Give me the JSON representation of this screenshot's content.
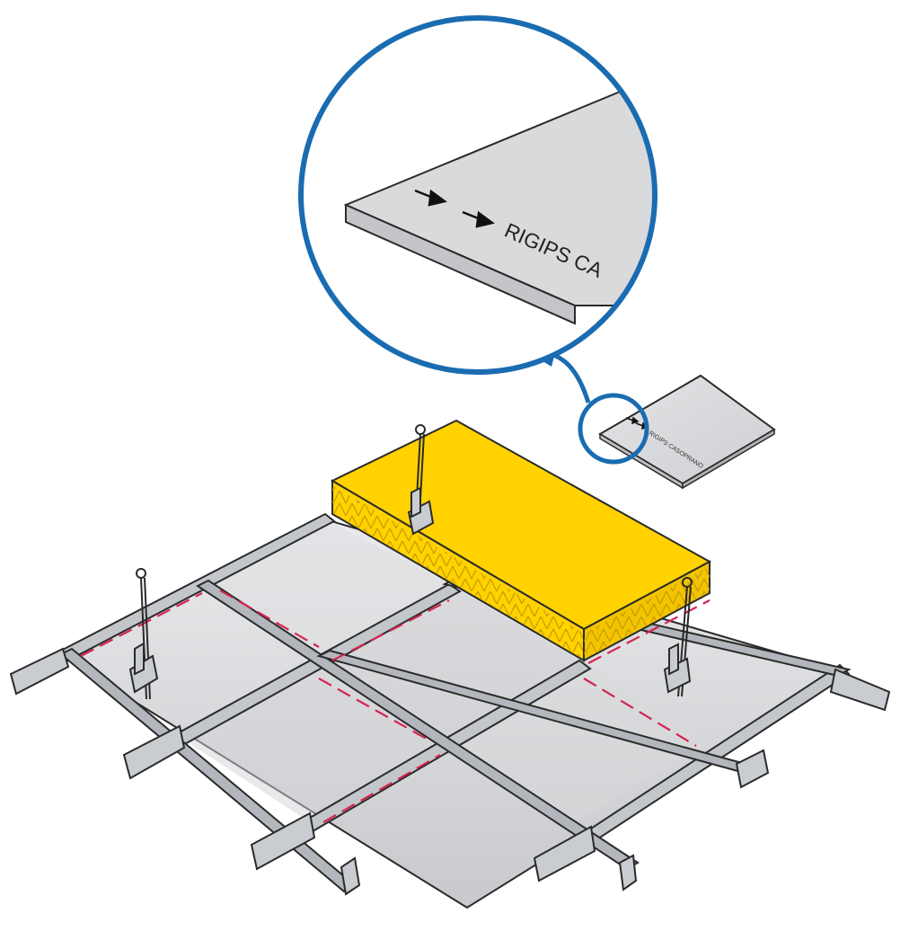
{
  "zoom": {
    "title": "Casoprano",
    "board_print": "RIGIPS CA"
  },
  "small_board": {
    "print": "RIGIPS CASOPRANO"
  },
  "icons": [
    "arrow-right-icon",
    "hanger-wire-icon",
    "hanger-clip-icon"
  ],
  "colors": {
    "callout_blue": "#1a6cb1",
    "insulation_yellow": "#ffd200",
    "insulation_edge": "#e8b800",
    "dashed_red": "#d6244f",
    "grid_metal": "#b9bcc2",
    "panel_grey": "#d9dadc"
  }
}
